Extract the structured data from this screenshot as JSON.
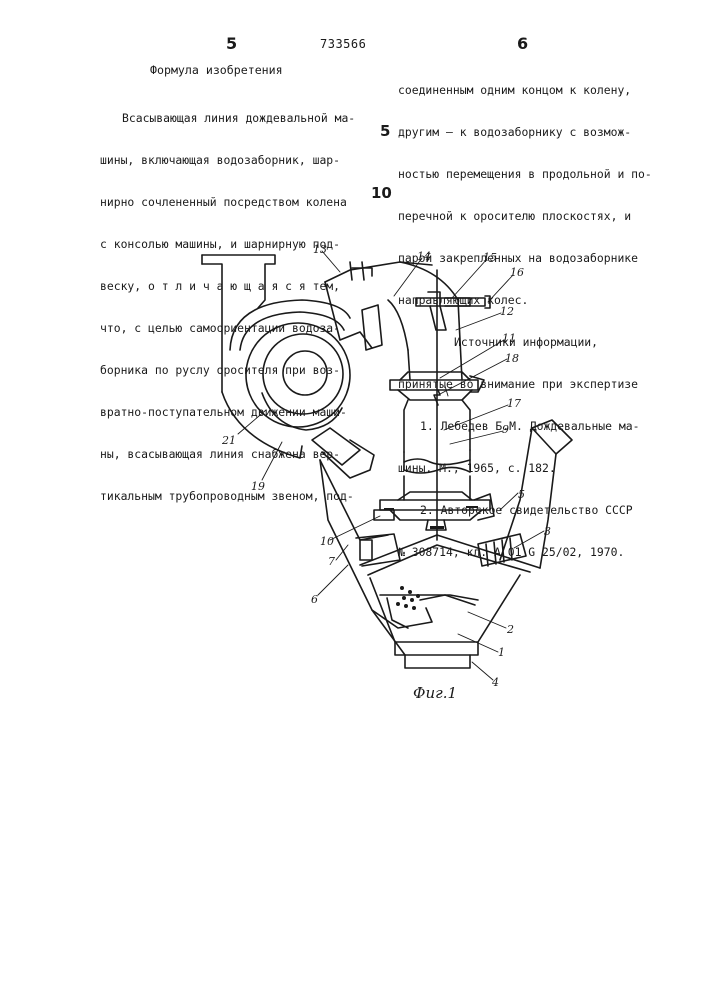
{
  "header": {
    "page_left": "5",
    "patent_number": "733566",
    "page_right": "6"
  },
  "left_column": {
    "heading": "Формула изобретения",
    "lines": [
      "Всасывающая линия дождевальной ма-",
      "шины, включающая водозаборник, шар-",
      "нирно сочлененный посредством колена",
      "с консолью машины, и шарнирную под-",
      "веску, о т л и ч а ю щ а я с я тем,",
      "что, с целью самоориентации водоза-",
      "борника по руслу оросителя при воз-",
      "вратно-поступательном движении маши-",
      "ны, всасывающая линия снабжена вер-",
      "тикальным трубопроводным звеном, под-"
    ]
  },
  "right_column": {
    "lines": [
      "соединенным одним концом к колену,",
      "другим – к водозаборнику с возмож-",
      "ностью перемещения в продольной и по-",
      "перечной к оросителю плоскостях, и",
      "парой закрепленных на водозаборнике",
      "направляющих колес."
    ],
    "sources_heading": "Источники информации,",
    "sources_subheading": "принятые во внимание при экспертизе",
    "sources": [
      "1. Лебедев Б.М. Дождевальные ма-",
      "шины. М., 1965, с. 182.",
      "2. Авторское свидетельство СССР",
      "№ 308714, кл. A 01 G 25/02, 1970."
    ]
  },
  "line_numbers": [
    "5",
    "10"
  ],
  "figure": {
    "caption": "Фиг.1",
    "part_labels": [
      "13",
      "14",
      "15",
      "16",
      "12",
      "11",
      "18",
      "17",
      "9",
      "21",
      "19",
      "5",
      "10",
      "3",
      "7",
      "6",
      "2",
      "1",
      "4"
    ]
  }
}
